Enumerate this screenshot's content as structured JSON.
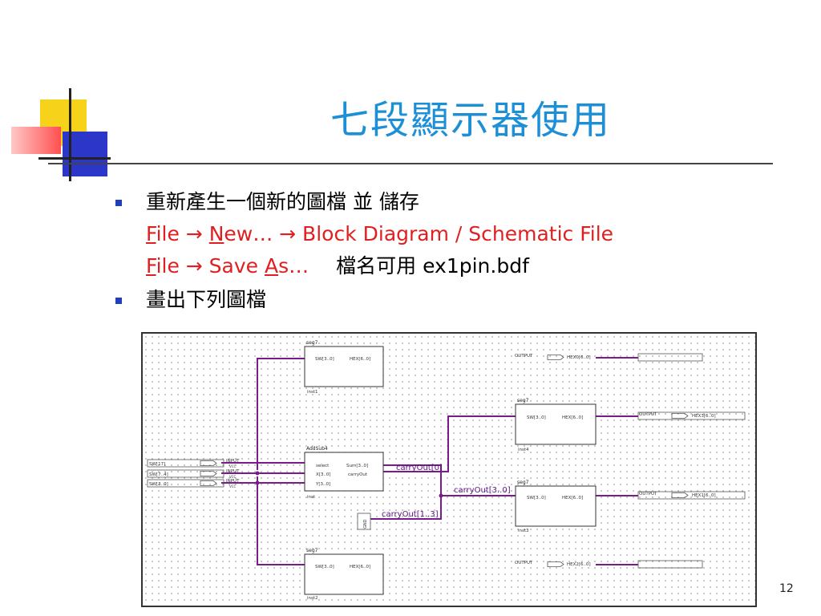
{
  "slide": {
    "title": "七段顯示器使用",
    "page_number": "12",
    "bullets": [
      {
        "text": "重新產生一個新的圖檔 並 儲存",
        "sub1": {
          "file_u": "F",
          "file_rest": "ile → ",
          "new_u": "N",
          "new_rest": "ew… → Block Diagram / Schematic File"
        },
        "sub2": {
          "file_u": "F",
          "file_rest": "ile → Save ",
          "as_u": "A",
          "as_rest": "s…",
          "note": "檔名可用 ex1pin.bdf"
        }
      },
      {
        "text": "畫出下列圖檔"
      }
    ]
  },
  "colors": {
    "title": "#1c8fd6",
    "link": "#e02020",
    "wire": "#7a1a8c",
    "bullet": "#1f3fbf"
  },
  "schematic": {
    "blocks": {
      "seg_top": {
        "type": "seg7",
        "in": "SW[3..0]",
        "out": "HEX[6..0]",
        "inst": "inst1"
      },
      "seg_mid": {
        "type": "seg7",
        "in": "SW[3..0]",
        "out": "HEX[6..0]",
        "inst": "inst4"
      },
      "seg_low": {
        "type": "seg7",
        "in": "SW[3..0]",
        "out": "HEX[6..0]",
        "inst": "inst3"
      },
      "seg_bot": {
        "type": "seg7",
        "in": "SW[3..0]",
        "out": "HEX[6..0]",
        "inst": "inst2"
      },
      "addsub": {
        "type": "AddSub4",
        "ports": [
          "select",
          "X[3..0]",
          "Y[3..0]"
        ],
        "outs": [
          "Sum[3..0]",
          "carryOut"
        ],
        "inst": "inst"
      }
    },
    "inputs": [
      "SW[17]",
      "SW[7..4]",
      "SW[3..0]"
    ],
    "input_tag": "INPUT",
    "vcc_tag": "VCC",
    "output_tag": "OUTPUT",
    "outputs": [
      "HEX0[6..0]",
      "HEX3[6..0]",
      "HEX1[6..0]",
      "HEX2[6..0]"
    ],
    "buses": [
      "carryOut[0]",
      "carryOut[3..0]",
      "carryOut[1..3]"
    ],
    "gnd": "GND"
  }
}
